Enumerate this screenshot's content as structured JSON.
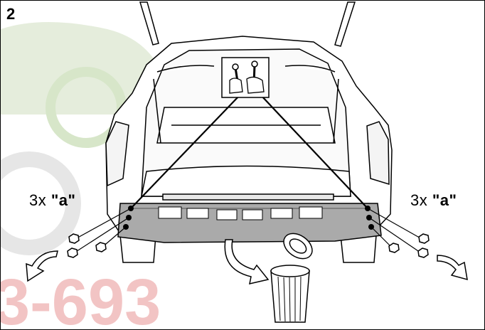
{
  "step": {
    "number": "2"
  },
  "fasteners": {
    "left": {
      "count": "3x",
      "code": "\"a\""
    },
    "right": {
      "count": "3x",
      "code": "\"a\""
    }
  },
  "watermark": {
    "text": "3-693",
    "color_red": "#e8a0a0",
    "color_green": "#c8dcb8",
    "color_gray": "#e0e0e0"
  },
  "colors": {
    "line": "#000000",
    "bumper_beam": "#a8a8a8",
    "arrow_fill": "#ffffff"
  },
  "icons": [
    "wrench-hands-icon",
    "removal-arrow-left-icon",
    "removal-arrow-right-icon",
    "removal-arrow-center-icon",
    "trash-bin-icon"
  ]
}
